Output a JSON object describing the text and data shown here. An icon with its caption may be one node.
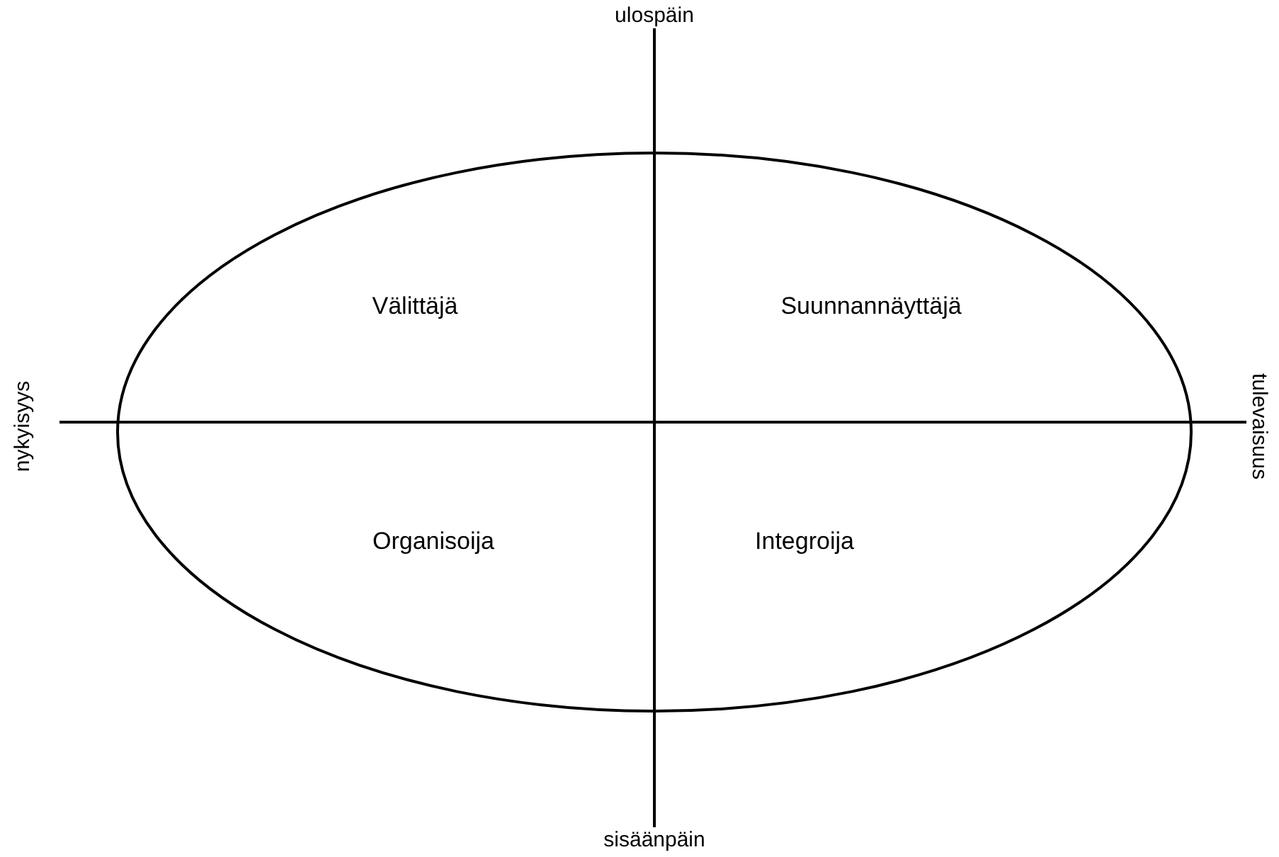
{
  "diagram": {
    "labels": [
      "ulospäin",
      "Välittäjä",
      "Suunnannäyttäjä",
      "nykyisyys",
      "tulevaisuus",
      "Organisoija",
      "Integroija",
      "sisäänpäin"
    ]
  }
}
